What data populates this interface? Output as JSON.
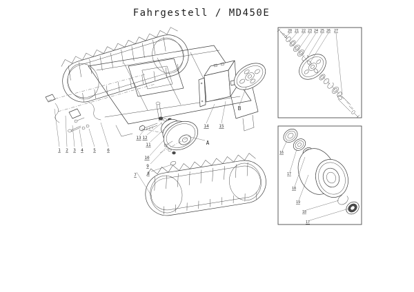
{
  "title": "Fahrgestell / MD450E",
  "colors": {
    "background": "#ffffff",
    "line": "#3d3d3d",
    "label": "#2e2e2e"
  },
  "main": {
    "name": "Fahrgestell exploded view",
    "labels": {
      "n1": "1",
      "n2": "2",
      "n3": "3",
      "n4": "4",
      "n5": "5",
      "n6": "6",
      "n7": "7",
      "n8": "8",
      "n9": "9",
      "n10": "10",
      "n11": "11",
      "n12": "12",
      "n13": "13",
      "n14": "14",
      "n15": "15",
      "A": "A",
      "B": "B"
    }
  },
  "detail_top": {
    "labels": [
      "20",
      "21",
      "22",
      "23",
      "24",
      "25",
      "26",
      "27"
    ]
  },
  "detail_bottom": {
    "left": [
      "16",
      "17",
      "18"
    ],
    "lower": [
      "19",
      "18",
      "17"
    ]
  }
}
